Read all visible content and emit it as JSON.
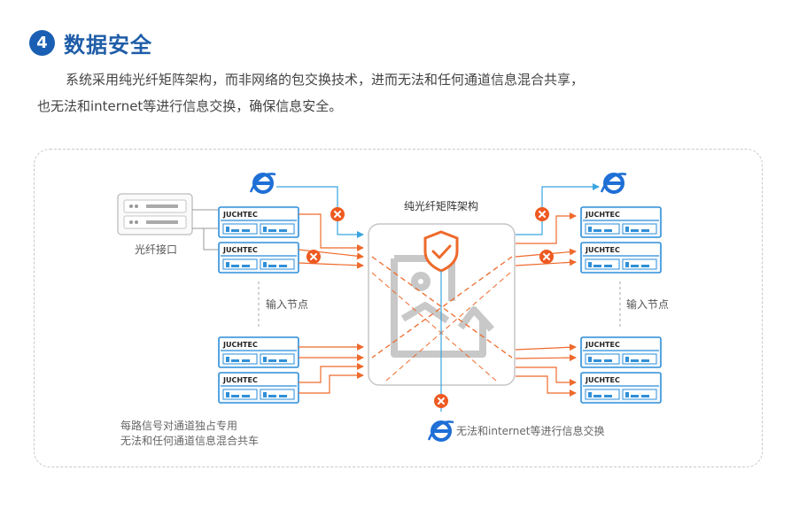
{
  "header": {
    "number": "4",
    "title": "数据安全"
  },
  "description": {
    "line1": "系统采用纯光纤矩阵架构，而非网络的包交换技术，进而无法和任何通道信息混合共享，",
    "line2": "也无法和internet等进行信息交换，确保信息安全。"
  },
  "diagram": {
    "center_label": "纯光纤矩阵架构",
    "fiber_interface_label": "光纤接口",
    "input_nodes_label": "输入节点",
    "output_nodes_label": "输入节点",
    "device_brand": "JUCHTEC",
    "note_line1": "每路信号对通道独占专用",
    "note_line2": "无法和任何通道信息混合共车",
    "internet_note": "无法和internet等进行信息交换",
    "block_symbol": "X",
    "icons": [
      "ie-icon",
      "shield-check-icon",
      "broken-image-icon",
      "server-icon",
      "block-icon"
    ],
    "colors": {
      "accent_blue": "#1a5fb4",
      "arrow_orange": "#ee6a2c",
      "block_orange": "#ee5a21",
      "line_blue": "#3aa5e0",
      "device_blue": "#2f8fd8"
    }
  }
}
